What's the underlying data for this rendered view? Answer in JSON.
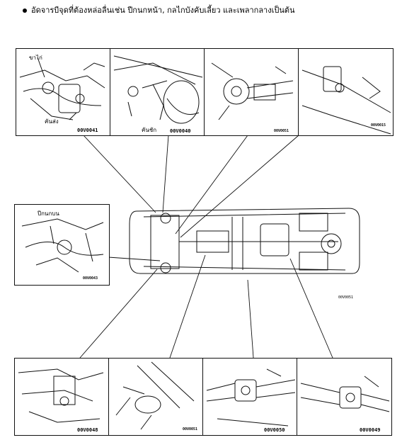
{
  "header": {
    "text": "อัดจารบีจุดที่ต้องหล่อลื่นเช่น ปีกนกหน้า, กลไกบังคับเลี้ยว และเพลากลางเป็นต้น"
  },
  "panels": {
    "top1": {
      "code": "00V0041",
      "label_a": "ขาไก่",
      "label_b": "คันส่ง"
    },
    "top2": {
      "code": "00V0040",
      "label_a": "คันชัก"
    },
    "top3": {
      "code": "00V0051"
    },
    "top4": {
      "code": "00V0015"
    },
    "left": {
      "code": "00V0043",
      "label_a": "ปีกนกบน"
    },
    "bottom1": {
      "code": "00V0048"
    },
    "bottom2": {
      "code": "00V0051"
    },
    "bottom3": {
      "code": "00V0050"
    },
    "bottom4": {
      "code": "00V0049"
    }
  },
  "main_view": {
    "code": "00V0051"
  },
  "colors": {
    "ink": "#111111",
    "paper": "#ffffff"
  }
}
